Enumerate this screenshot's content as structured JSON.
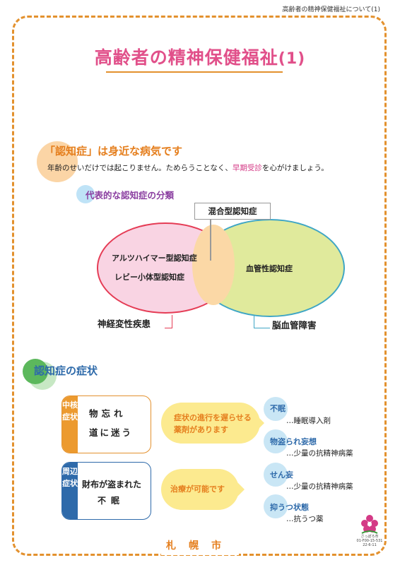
{
  "header": {
    "note": "高齢者の精神保健福祉について(1)"
  },
  "title": {
    "main": "高齢者の精神保健福祉",
    "number": "(1)"
  },
  "section1": {
    "heading": "「認知症」は身近な病気です",
    "body_pre": "年齢のせいだけでは起こりません。ためらうことなく、",
    "body_highlight": "早期受診",
    "body_post": "を心がけましょう。"
  },
  "classification": {
    "heading": "代表的な認知症の分類",
    "mixed": "混合型認知症",
    "alzheimer": "アルツハイマー型認知症",
    "lewy": "レビー小体型認知症",
    "vascular": "血管性認知症",
    "neuro": "神経変性疾患",
    "cerebro": "脳血管障害"
  },
  "section2": {
    "heading": "認知症の症状"
  },
  "core": {
    "side": "中核症状",
    "line1": "物忘れ",
    "line2": "道に迷う",
    "treatment_l1": "症状の進行を遅らせる",
    "treatment_l2": "薬剤があります"
  },
  "peripheral": {
    "side": "周辺症状",
    "line1": "財布が盗まれた",
    "line2": "不眠",
    "treatment": "治療が可能です"
  },
  "drugs": [
    {
      "head": "不眠",
      "item": "…睡眠導入剤"
    },
    {
      "head": "物盗られ妄想",
      "item": "…少量の抗精神病薬"
    },
    {
      "head": "せん妄",
      "item": "…少量の抗精神病薬"
    },
    {
      "head": "抑うつ状態",
      "item": "…抗うつ薬"
    }
  ],
  "footer": {
    "city": "札幌市"
  },
  "logo": {
    "line1": "さっぽろ市",
    "line2": "01-F00-15-531",
    "line3": "22-6-11"
  },
  "colors": {
    "orange": "#e3912e",
    "pink_title": "#e1508a",
    "blue": "#2e6aaa",
    "venn_left": "#f9d4e3",
    "venn_right": "#e0ea9c"
  }
}
